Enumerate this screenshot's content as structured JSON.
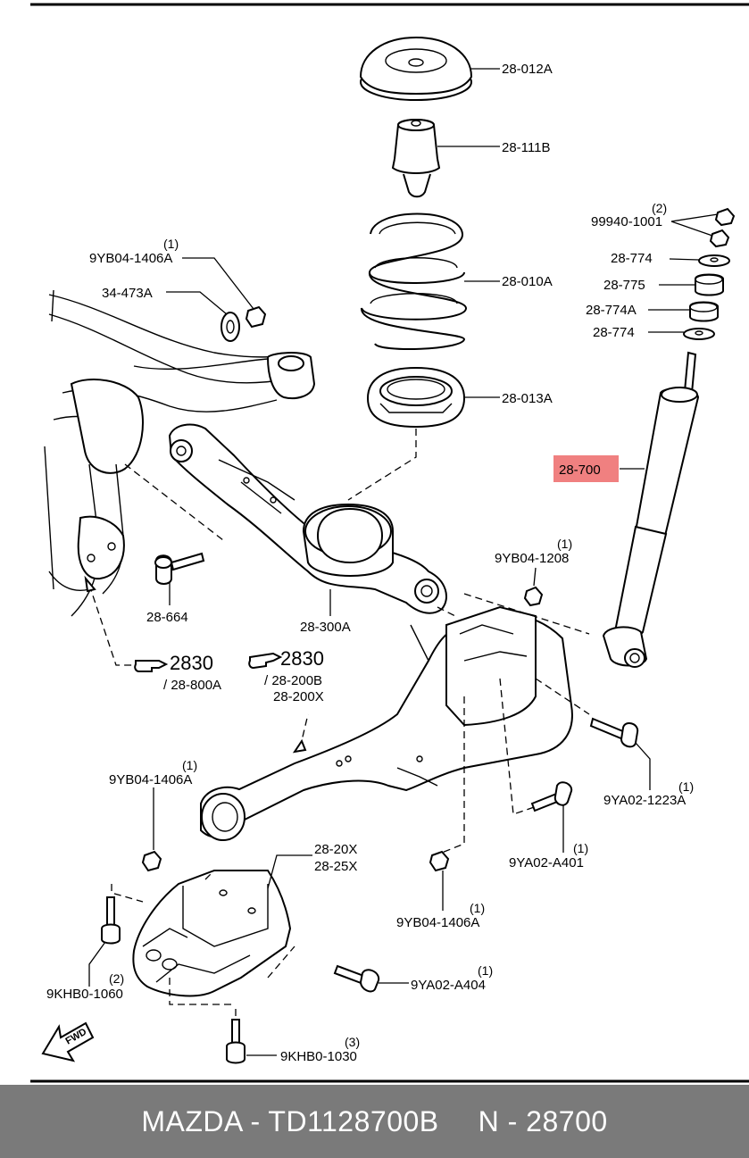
{
  "diagram": {
    "labels": {
      "spring_seat_upper": "28-012A",
      "bump_stopper": "28-111B",
      "coil_spring": "28-010A",
      "spring_seat_lower": "28-013A",
      "shock_absorber": "28-700",
      "nut_99940": "99940-1001",
      "nut_99940_qty": "(2)",
      "washer_28774_top": "28-774",
      "bushing_28775": "28-775",
      "bushing_28774A": "28-774A",
      "washer_28774_bottom": "28-774",
      "nut_9yb04_upper": "9YB04-1406A",
      "nut_9yb04_upper_qty": "(1)",
      "washer_34473": "34-473A",
      "bolt_28664": "28-664",
      "lower_arm": "28-300A",
      "nut_9yb04_1208": "9YB04-1208",
      "nut_9yb04_1208_qty": "(1)",
      "ref_2830_left": "2830",
      "ref_2830_left_sub": "/ 28-800A",
      "ref_2830_right": "2830",
      "ref_2830_right_sub1": "/ 28-200B",
      "ref_2830_right_sub2": "28-200X",
      "bolt_9ya02_1223": "9YA02-1223A",
      "bolt_9ya02_1223_qty": "(1)",
      "bolt_9ya02_a401": "9YA02-A401",
      "bolt_9ya02_a401_qty": "(1)",
      "nut_9yb04_left": "9YB04-1406A",
      "nut_9yb04_left_qty": "(1)",
      "bracket_2820": "28-20X",
      "bracket_2825": "28-25X",
      "nut_9yb04_bottom": "9YB04-1406A",
      "nut_9yb04_bottom_qty": "(1)",
      "bolt_9khb0_1060": "9KHB0-1060",
      "bolt_9khb0_1060_qty": "(2)",
      "bolt_9ya02_a404": "9YA02-A404",
      "bolt_9ya02_a404_qty": "(1)",
      "bolt_9khb0_1030": "9KHB0-1030",
      "bolt_9khb0_1030_qty": "(3)",
      "fwd_arrow": "FWD"
    },
    "highlight_color": "#f08080"
  },
  "footer": {
    "brand_part": "MAZDA - TD1128700B",
    "ref_number": "N - 28700",
    "background": "#7a7a7a"
  }
}
